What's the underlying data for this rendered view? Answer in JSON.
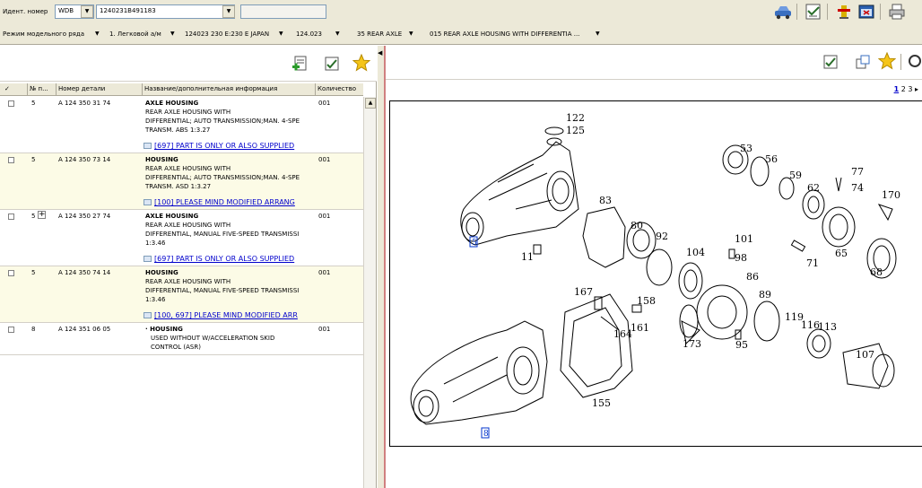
{
  "header": {
    "ident_label": "Идент. номер",
    "ident_prefix": "WDB",
    "ident_number": "1240231B491183",
    "ident_extra": ""
  },
  "breadcrumb": [
    "Режим модельного ряда",
    "1. Легковой а/м",
    "124023 230 E:230 E JAPAN",
    "124.023",
    "35 REAR AXLE",
    "015 REAR AXLE HOUSING WITH DIFFERENTIA ..."
  ],
  "table": {
    "columns": [
      "✓",
      "№ п...",
      "Номер детали",
      "Название/дополнительная информация",
      "Количество"
    ],
    "rows": [
      {
        "pos": "5",
        "expand": "",
        "part": "A 124 350 31 74",
        "title": "AXLE HOUSING",
        "desc": [
          "REAR AXLE HOUSING WITH",
          "DIFFERENTIAL; AUTO TRANSMISSION;MAN. 4-SPE",
          "TRANSM. ABS 1:3.27"
        ],
        "note": "[697] PART IS ONLY OR ALSO SUPPLIED",
        "qty": "001"
      },
      {
        "pos": "5",
        "expand": "",
        "part": "A 124 350 73 14",
        "title": "HOUSING",
        "desc": [
          "REAR AXLE HOUSING WITH",
          "DIFFERENTIAL; AUTO TRANSMISSION;MAN. 4-SPE",
          "TRANSM. ASD 1:3.27"
        ],
        "note": "[100] PLEASE MIND MODIFIED ARRANG",
        "qty": "001"
      },
      {
        "pos": "5",
        "expand": "+",
        "part": "A 124 350 27 74",
        "title": "AXLE HOUSING",
        "desc": [
          "REAR AXLE HOUSING WITH",
          "DIFFERENTIAL, MANUAL FIVE-SPEED TRANSMISSI",
          "1:3.46"
        ],
        "note": "[697] PART IS ONLY OR ALSO SUPPLIED",
        "qty": "001"
      },
      {
        "pos": "5",
        "expand": "",
        "part": "A 124 350 74 14",
        "title": "HOUSING",
        "desc": [
          "REAR AXLE HOUSING WITH",
          "DIFFERENTIAL, MANUAL FIVE-SPEED TRANSMISSI",
          "1:3.46"
        ],
        "note": "[100, 697] PLEASE MIND MODIFIED ARR",
        "qty": "001"
      },
      {
        "pos": "8",
        "expand": "",
        "part": "A 124 351 06 05",
        "title": "· HOUSING",
        "desc": [
          "USED WITHOUT W/ACCELERATION SKID",
          "CONTROL (ASR)"
        ],
        "note": "",
        "qty": "001"
      }
    ]
  },
  "pagination": {
    "current": "1",
    "others": "2  3"
  },
  "diagram": {
    "labels": [
      "122",
      "125",
      "53",
      "56",
      "59",
      "62",
      "77",
      "74",
      "170",
      "83",
      "80",
      "92",
      "104",
      "101",
      "98",
      "71",
      "65",
      "68",
      "11",
      "86",
      "89",
      "167",
      "158",
      "164",
      "161",
      "173",
      "95",
      "119",
      "116",
      "113",
      "107",
      "155"
    ],
    "highlighted": [
      "5",
      "8"
    ]
  },
  "icons": {
    "toolbar_right": [
      "car-icon",
      "notes-icon",
      "hydrant-icon",
      "window-icon",
      "printer-icon"
    ],
    "left_tools": [
      "add-document-icon",
      "edit-list-icon",
      "favorite-star-icon"
    ],
    "right_tools": [
      "edit-list-icon",
      "fit-window-icon",
      "favorite-star-icon",
      "zoom-icon"
    ]
  },
  "colors": {
    "highlight_row": "#fcfbe6",
    "link": "#0000cc",
    "chrome": "#ece9d8",
    "hotspot": "#0033cc"
  }
}
